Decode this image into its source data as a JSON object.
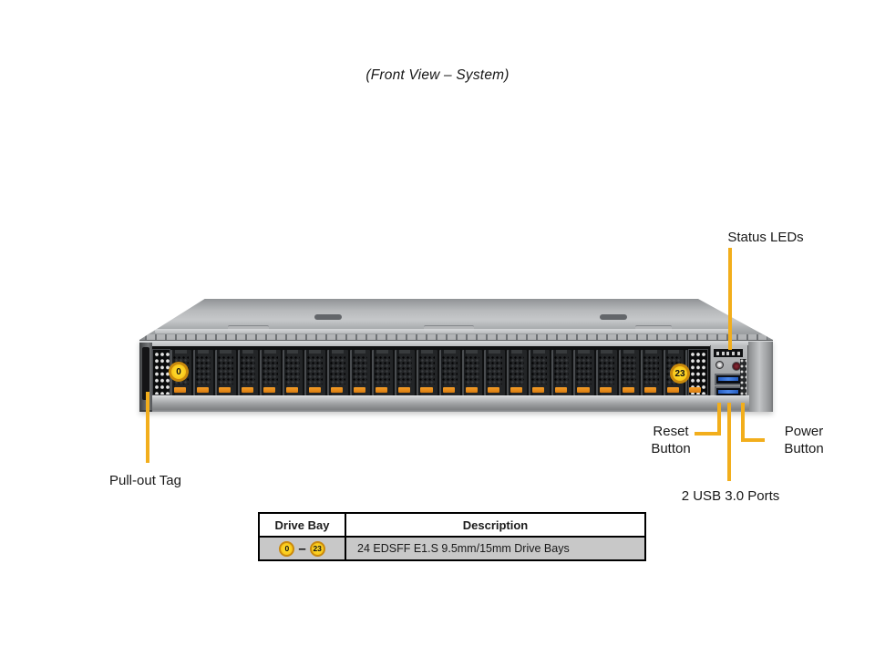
{
  "title": "(Front View – System)",
  "colors": {
    "callout": "#F2AE1C",
    "badge_fill": "#F2B70C",
    "badge_ring": "#C9890D",
    "drive_latch": "#E8891D",
    "usb_blue": "#4A86E8",
    "table_row_bg": "#C8C8C8"
  },
  "server": {
    "drive_count": 24,
    "status_led_count": 5,
    "first_bay": "0",
    "last_bay": "23"
  },
  "callouts": {
    "status_leds": "Status LEDs",
    "reset_button": "Reset Button",
    "power_button": "Power Button",
    "usb_ports": "2 USB 3.0 Ports",
    "pullout_tag": "Pull-out Tag"
  },
  "table": {
    "col1_header": "Drive Bay",
    "col2_header": "Description",
    "row": {
      "first_bay": "0",
      "range_separator": "–",
      "last_bay": "23",
      "description": "24 EDSFF E1.S 9.5mm/15mm Drive Bays"
    }
  }
}
